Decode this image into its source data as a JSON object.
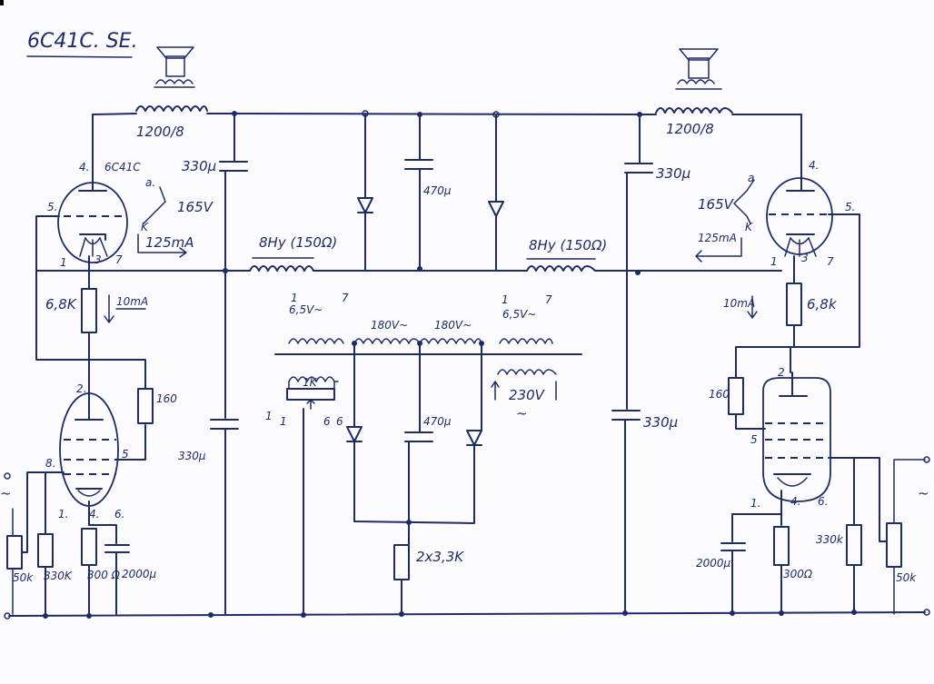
{
  "title": "6C41C. SE.",
  "left": {
    "output_transformer": "1200/8",
    "tube_type": "6C41C",
    "output_tube": {
      "pin_anode": "4.",
      "pin_g2": "5.",
      "pin_heater1": "1",
      "pin_cathode": "3",
      "pin_heater2": "7"
    },
    "anode_mark": "a.",
    "cathode_mark": "K",
    "voltage": "165V",
    "current": "125mA",
    "anode_resistor": "6,8K",
    "driver_current": "10mA",
    "driver_tube": {
      "pin_anode": "2.",
      "pin_g2": "5",
      "pin_g1": "8.",
      "pin_heater1": "1.",
      "pin_cathode": "4.",
      "pin_heater2": "6."
    },
    "screen_resistor": "160",
    "pot": "50k",
    "grid_resistor": "330K",
    "cathode_resistor": "300\nΩ",
    "cathode_cap": "2000μ",
    "input_mark": "~"
  },
  "right": {
    "output_transformer": "1200/8",
    "output_tube": {
      "pin_anode": "4.",
      "pin_g2": "5.",
      "pin_heater1": "1",
      "pin_cathode": "3",
      "pin_heater2": "7"
    },
    "anode_mark": "a",
    "cathode_mark": "K",
    "voltage": "165V",
    "current": "125mA",
    "anode_resistor": "6,8k",
    "driver_current": "10mA",
    "driver_tube": {
      "pin_anode": "2",
      "pin_g2": "5",
      "pin_heater1": "1.",
      "pin_cathode": "4.",
      "pin_heater2": "6."
    },
    "screen_resistor": "160",
    "pot": "50k",
    "grid_resistor": "330k",
    "cathode_resistor": "300Ω",
    "cathode_cap": "2000μ",
    "input_mark": "~"
  },
  "supply": {
    "cap_top_left": "330μ",
    "cap_bottom_left": "330μ",
    "cap_top_right": "330μ",
    "cap_bottom_right": "330μ",
    "cap_center_top": "470μ",
    "cap_center_bottom": "470μ",
    "choke_left": "8Hy (150Ω)",
    "choke_right": "8Hy (150Ω)",
    "winding_heater_left": "6,5V~",
    "winding_heater_right": "6,5V~",
    "winding_hv_left": "180V~",
    "winding_hv_right": "180V~",
    "primary": "230V",
    "primary_mark": "~",
    "hum_pot": "1K",
    "hum_pins": {
      "a": "1",
      "b": "1",
      "c": "6",
      "d": "6"
    },
    "heater_pins_left": {
      "a": "1",
      "b": "7"
    },
    "heater_pins_right": {
      "a": "1",
      "b": "7"
    },
    "bleeder": "2x3,3K"
  }
}
